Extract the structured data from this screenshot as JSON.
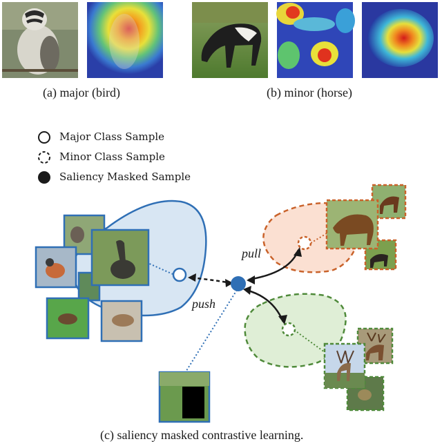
{
  "panels": {
    "a_caption": "(a) major (bird)",
    "b_caption": "(b) minor (horse)",
    "c_caption": "(c) saliency masked contrastive learning."
  },
  "legend": {
    "major": "Major Class Sample",
    "minor": "Minor Class Sample",
    "saliency": "Saliency Masked Sample"
  },
  "diagram": {
    "pull_label": "pull",
    "push_label": "push"
  },
  "colors": {
    "major_blue": "#2f6fb5",
    "minor_orange": "#c9622a",
    "minor_green": "#4f8a3a",
    "anchor_blue": "#2f6fb5"
  }
}
